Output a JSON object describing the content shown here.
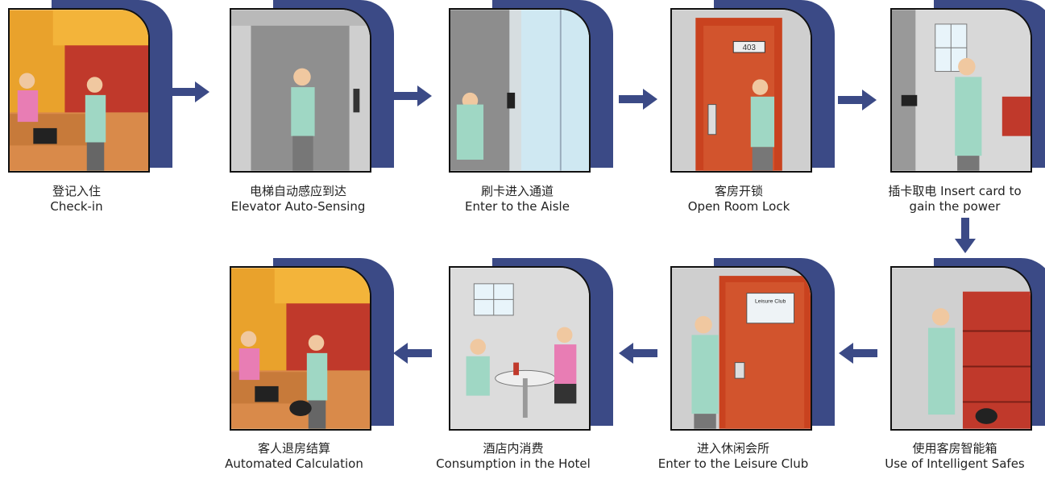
{
  "steps": [
    {
      "zh": "登记入住",
      "en": "Check-in"
    },
    {
      "zh": "电梯自动感应到达",
      "en": "Elevator Auto-Sensing"
    },
    {
      "zh": "刷卡进入通道",
      "en": "Enter to the Aisle"
    },
    {
      "zh": "客房开锁",
      "en": "Open Room Lock"
    },
    {
      "zh": "插卡取电 Insert card to",
      "en": "gain the power"
    },
    {
      "zh": "使用客房智能箱",
      "en": "Use of Intelligent Safes"
    },
    {
      "zh": "进入休闲会所",
      "en": "Enter to the Leisure Club"
    },
    {
      "zh": "酒店内消费",
      "en": "Consumption in the Hotel"
    },
    {
      "zh": "客人退房结算",
      "en": "Automated Calculation"
    }
  ],
  "room_number": "403",
  "club_sign": "Leisure Club",
  "colors": {
    "tab": "#3b4a86",
    "arrow": "#3b4a86",
    "wall_red": "#c0392b",
    "door": "#c9421f"
  }
}
